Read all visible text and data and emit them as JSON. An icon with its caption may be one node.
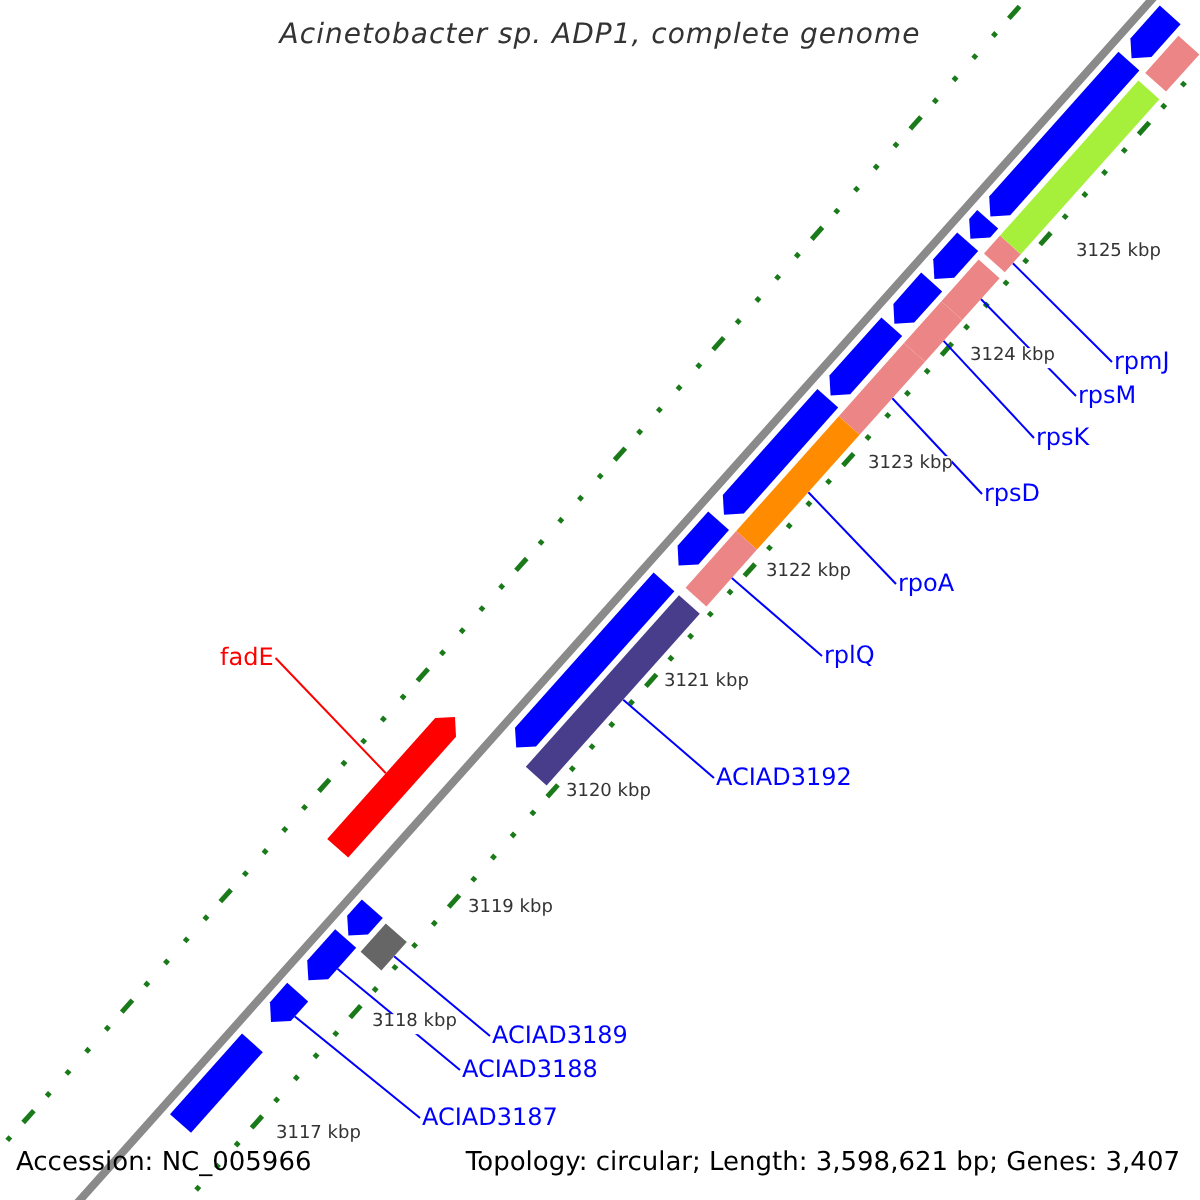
{
  "diagram": {
    "title": "Acinetobacter sp. ADP1, complete genome",
    "nodes": [
      {
        "text": [
          "rpmJ"
        ]
      },
      {
        "text": [],
        "shape": "bar"
      },
      {
        "text": [
          "rpsM"
        ]
      },
      {
        "text": [],
        "shape": "bar"
      },
      {
        "text": [
          "rpsK"
        ]
      },
      {
        "text": [],
        "shape": "bar"
      },
      {
        "text": [
          "rpsD"
        ]
      },
      {
        "text": [],
        "shape": "bar"
      },
      {
        "text": [
          "rpoA"
        ]
      },
      {
        "text": [],
        "shape": "bar"
      },
      {
        "text": [
          "rplQ"
        ]
      },
      {
        "text": [],
        "shape": "bar"
      },
      {
        "text": [
          "fadE"
        ]
      },
      {
        "text": [],
        "shape": "pentagon"
      },
      {
        "text": [
          "ACIAD3192"
        ]
      },
      {
        "text": [],
        "shape": "bar"
      },
      {
        "text": [
          "ACIAD3189"
        ]
      },
      {
        "text": [],
        "shape": "bar"
      },
      {
        "text": [
          "ACIAD3188"
        ]
      },
      {
        "text": [],
        "shape": "pentagon"
      },
      {
        "text": [
          "ACIAD3187"
        ]
      },
      {
        "text": [],
        "shape": "pentagon"
      },
      {
        "text": [],
        "shape": "bar"
      },
      {
        "text": [],
        "shape": "pentagon"
      },
      {
        "text": [],
        "shape": "pentagon"
      },
      {
        "text": [],
        "shape": "bar"
      },
      {
        "text": [],
        "shape": "pentagon"
      },
      {
        "text": [],
        "shape": "pentagon"
      },
      {
        "text": [],
        "shape": "pentagon"
      },
      {
        "text": [],
        "shape": "pentagon"
      },
      {
        "text": [],
        "shape": "pentagon"
      },
      {
        "text": [],
        "shape": "pentagon"
      },
      {
        "text": [],
        "shape": "pentagon"
      },
      {
        "text": [],
        "shape": "pentagon"
      },
      {
        "text": [],
        "shape": "bar"
      }
    ],
    "edges": [
      {
        "from": 0,
        "to": 1,
        "arrow": "none"
      },
      {
        "from": 2,
        "to": 3,
        "arrow": "none"
      },
      {
        "from": 4,
        "to": 5,
        "arrow": "none"
      },
      {
        "from": 6,
        "to": 7,
        "arrow": "none"
      },
      {
        "from": 8,
        "to": 9,
        "arrow": "none"
      },
      {
        "from": 10,
        "to": 11,
        "arrow": "none"
      },
      {
        "from": 12,
        "to": 13,
        "arrow": "none",
        "color": "#ff0000"
      },
      {
        "from": 14,
        "to": 15,
        "arrow": "none"
      },
      {
        "from": 16,
        "to": 17,
        "arrow": "none"
      },
      {
        "from": 18,
        "to": 19,
        "arrow": "none"
      },
      {
        "from": 20,
        "to": 21,
        "arrow": "none"
      }
    ],
    "labels": [
      "3125 kbp",
      "3124 kbp",
      "3123 kbp",
      "3122 kbp",
      "3121 kbp",
      "3120 kbp",
      "3119 kbp",
      "3118 kbp",
      "3117 kbp",
      "Accession: NC_005966",
      "Topology: circular; Length: 3,598,621 bp; Genes: 3,407"
    ]
  }
}
